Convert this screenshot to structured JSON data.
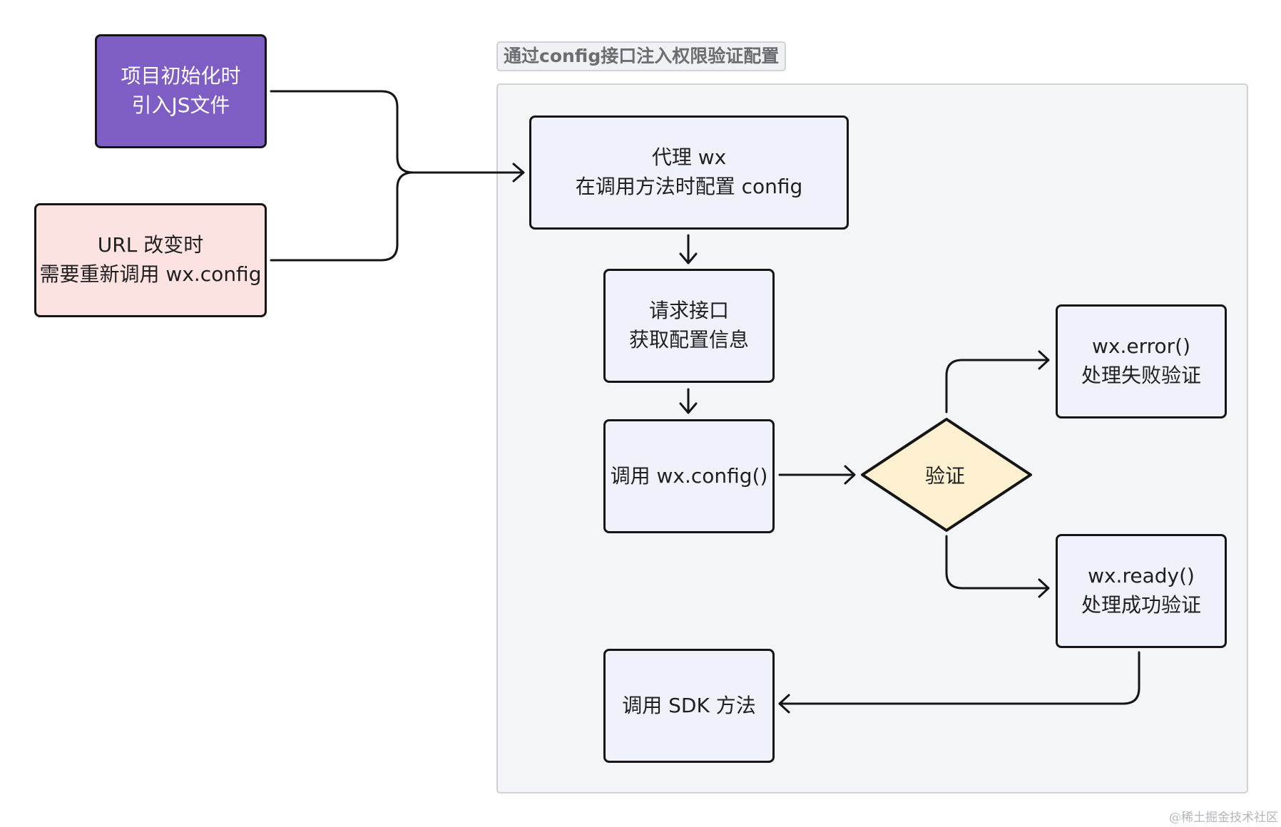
{
  "group": {
    "title": "通过config接口注入权限验证配置"
  },
  "nodes": {
    "init": {
      "line1": "项目初始化时",
      "line2": "引入JS文件"
    },
    "url_change": {
      "line1": "URL 改变时",
      "line2": "需要重新调用 wx.config"
    },
    "proxy": {
      "line1": "代理 wx",
      "line2": "在调用方法时配置 config"
    },
    "request": {
      "line1": "请求接口",
      "line2": "获取配置信息"
    },
    "call_config": {
      "line1": "调用 wx.config()"
    },
    "verify": {
      "label": "验证"
    },
    "error": {
      "line1": "wx.error()",
      "line2": "处理失败验证"
    },
    "ready": {
      "line1": "wx.ready()",
      "line2": "处理成功验证"
    },
    "sdk": {
      "line1": "调用 SDK 方法"
    }
  },
  "colors": {
    "init_fill": "#7e5dc4",
    "url_change_fill": "#fde2e2",
    "process_fill": "#eff2fa",
    "decision_fill": "#fdf0d0",
    "group_fill": "#f4f5f7",
    "stroke": "#151515"
  },
  "watermark": "@稀土掘金技术社区"
}
